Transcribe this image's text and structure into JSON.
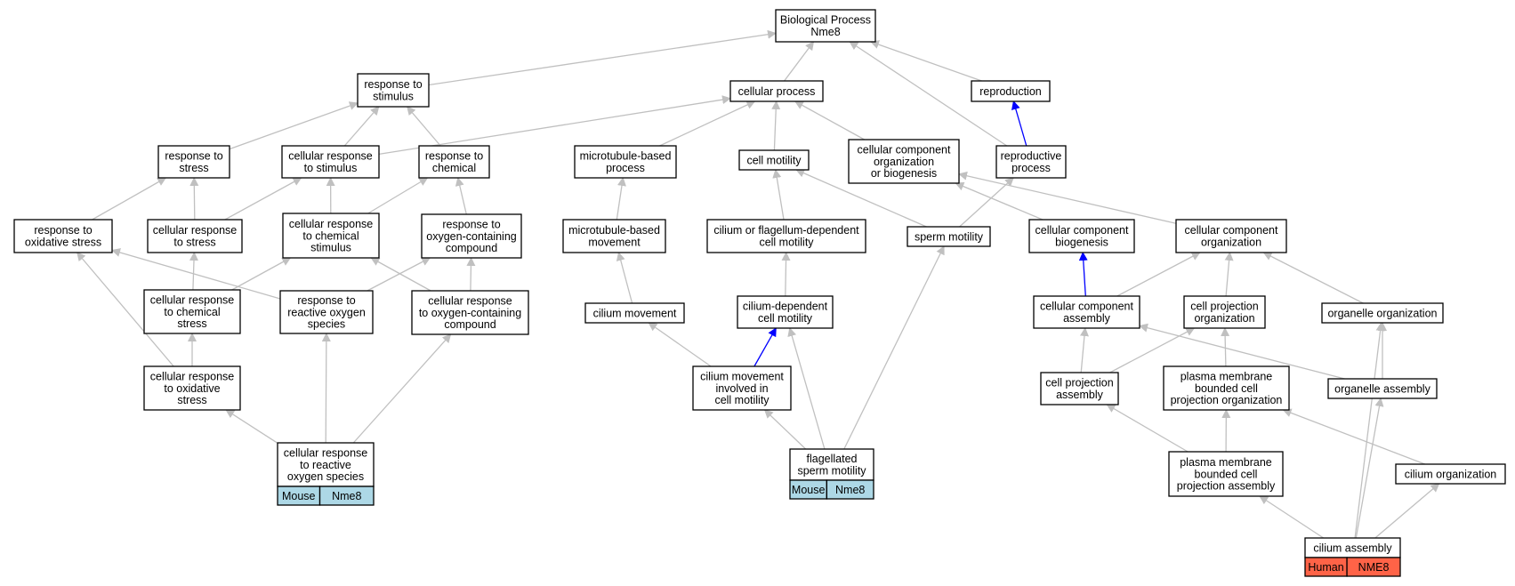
{
  "colors": {
    "edge_default": "#c0c0c0",
    "edge_highlight": "#0000ff",
    "badge_mouse": "#add8e6",
    "badge_human": "#ff6347"
  },
  "nodes": [
    {
      "id": "bp",
      "lines": [
        "Biological Process",
        "Nme8"
      ]
    },
    {
      "id": "rts",
      "lines": [
        "response to",
        "stimulus"
      ]
    },
    {
      "id": "cp",
      "lines": [
        "cellular process"
      ]
    },
    {
      "id": "rep",
      "lines": [
        "reproduction"
      ]
    },
    {
      "id": "rtstress",
      "lines": [
        "response to",
        "stress"
      ]
    },
    {
      "id": "crts",
      "lines": [
        "cellular response",
        "to stimulus"
      ]
    },
    {
      "id": "rtc",
      "lines": [
        "response to",
        "chemical"
      ]
    },
    {
      "id": "mbp",
      "lines": [
        "microtubule-based",
        "process"
      ]
    },
    {
      "id": "cm",
      "lines": [
        "cell motility"
      ]
    },
    {
      "id": "ccob",
      "lines": [
        "cellular component",
        "organization",
        "or biogenesis"
      ]
    },
    {
      "id": "rp",
      "lines": [
        "reproductive",
        "process"
      ]
    },
    {
      "id": "rtos",
      "lines": [
        "response to",
        "oxidative stress"
      ]
    },
    {
      "id": "crtstress",
      "lines": [
        "cellular response",
        "to stress"
      ]
    },
    {
      "id": "crtcs",
      "lines": [
        "cellular response",
        "to chemical",
        "stimulus"
      ]
    },
    {
      "id": "rtocc",
      "lines": [
        "response to",
        "oxygen-containing",
        "compound"
      ]
    },
    {
      "id": "mbm",
      "lines": [
        "microtubule-based",
        "movement"
      ]
    },
    {
      "id": "cofdcm",
      "lines": [
        "cilium or flagellum-dependent",
        "cell motility"
      ]
    },
    {
      "id": "sm",
      "lines": [
        "sperm motility"
      ]
    },
    {
      "id": "ccb",
      "lines": [
        "cellular component",
        "biogenesis"
      ]
    },
    {
      "id": "cco",
      "lines": [
        "cellular component",
        "organization"
      ]
    },
    {
      "id": "crtchs",
      "lines": [
        "cellular response",
        "to chemical",
        "stress"
      ]
    },
    {
      "id": "rtros",
      "lines": [
        "response to",
        "reactive oxygen",
        "species"
      ]
    },
    {
      "id": "crtocc",
      "lines": [
        "cellular response",
        "to oxygen-containing",
        "compound"
      ]
    },
    {
      "id": "cmov",
      "lines": [
        "cilium movement"
      ]
    },
    {
      "id": "cdcm",
      "lines": [
        "cilium-dependent",
        "cell motility"
      ]
    },
    {
      "id": "cca",
      "lines": [
        "cellular component",
        "assembly"
      ]
    },
    {
      "id": "cpo",
      "lines": [
        "cell projection",
        "organization"
      ]
    },
    {
      "id": "oo",
      "lines": [
        "organelle organization"
      ]
    },
    {
      "id": "crtox",
      "lines": [
        "cellular response",
        "to oxidative",
        "stress"
      ]
    },
    {
      "id": "cmicm",
      "lines": [
        "cilium movement",
        "involved in",
        "cell motility"
      ]
    },
    {
      "id": "cpa",
      "lines": [
        "cell projection",
        "assembly"
      ]
    },
    {
      "id": "pmbcpo",
      "lines": [
        "plasma membrane",
        "bounded cell",
        "projection organization"
      ]
    },
    {
      "id": "oa",
      "lines": [
        "organelle assembly"
      ]
    },
    {
      "id": "crtros",
      "lines": [
        "cellular response",
        "to reactive",
        "oxygen species"
      ]
    },
    {
      "id": "fsm",
      "lines": [
        "flagellated",
        "sperm motility"
      ]
    },
    {
      "id": "pmbcpa",
      "lines": [
        "plasma membrane",
        "bounded cell",
        "projection assembly"
      ]
    },
    {
      "id": "co",
      "lines": [
        "cilium organization"
      ]
    },
    {
      "id": "ca",
      "lines": [
        "cilium assembly"
      ]
    }
  ],
  "badges": [
    {
      "node": "crtros",
      "species": "Mouse",
      "gene": "Nme8",
      "color": "#add8e6"
    },
    {
      "node": "fsm",
      "species": "Mouse",
      "gene": "Nme8",
      "color": "#add8e6"
    },
    {
      "node": "ca",
      "species": "Human",
      "gene": "NME8",
      "color": "#ff6347"
    }
  ],
  "edges": [
    {
      "from": "rts",
      "to": "bp"
    },
    {
      "from": "cp",
      "to": "bp"
    },
    {
      "from": "rep",
      "to": "bp"
    },
    {
      "from": "rp",
      "to": "bp"
    },
    {
      "from": "rp",
      "to": "rep",
      "highlight": true
    },
    {
      "from": "rtstress",
      "to": "rts"
    },
    {
      "from": "crts",
      "to": "rts"
    },
    {
      "from": "rtc",
      "to": "rts"
    },
    {
      "from": "crts",
      "to": "cp"
    },
    {
      "from": "mbp",
      "to": "cp"
    },
    {
      "from": "cm",
      "to": "cp"
    },
    {
      "from": "ccob",
      "to": "cp"
    },
    {
      "from": "rtos",
      "to": "rtstress"
    },
    {
      "from": "crtstress",
      "to": "rtstress"
    },
    {
      "from": "crtstress",
      "to": "crts"
    },
    {
      "from": "crtcs",
      "to": "crts"
    },
    {
      "from": "crtcs",
      "to": "rtc"
    },
    {
      "from": "rtocc",
      "to": "rtc"
    },
    {
      "from": "mbm",
      "to": "mbp"
    },
    {
      "from": "cofdcm",
      "to": "cm"
    },
    {
      "from": "sm",
      "to": "cm"
    },
    {
      "from": "sm",
      "to": "rp"
    },
    {
      "from": "ccb",
      "to": "ccob"
    },
    {
      "from": "cco",
      "to": "ccob"
    },
    {
      "from": "crtchs",
      "to": "crtstress"
    },
    {
      "from": "crtchs",
      "to": "crtcs"
    },
    {
      "from": "rtros",
      "to": "rtos"
    },
    {
      "from": "rtros",
      "to": "rtocc"
    },
    {
      "from": "crtocc",
      "to": "crtcs"
    },
    {
      "from": "crtocc",
      "to": "rtocc"
    },
    {
      "from": "cmov",
      "to": "mbm"
    },
    {
      "from": "cdcm",
      "to": "cofdcm"
    },
    {
      "from": "cca",
      "to": "ccb",
      "highlight": true
    },
    {
      "from": "cca",
      "to": "cco"
    },
    {
      "from": "cpo",
      "to": "cco"
    },
    {
      "from": "oo",
      "to": "cco"
    },
    {
      "from": "crtox",
      "to": "rtos"
    },
    {
      "from": "crtox",
      "to": "crtchs"
    },
    {
      "from": "cmicm",
      "to": "cmov"
    },
    {
      "from": "cmicm",
      "to": "cdcm",
      "highlight": true
    },
    {
      "from": "cpa",
      "to": "cca"
    },
    {
      "from": "cpa",
      "to": "cpo"
    },
    {
      "from": "pmbcpo",
      "to": "cpo"
    },
    {
      "from": "oa",
      "to": "oo"
    },
    {
      "from": "oa",
      "to": "cca"
    },
    {
      "from": "crtros",
      "to": "crtox"
    },
    {
      "from": "crtros",
      "to": "rtros"
    },
    {
      "from": "crtros",
      "to": "crtocc"
    },
    {
      "from": "fsm",
      "to": "cmicm"
    },
    {
      "from": "fsm",
      "to": "cdcm"
    },
    {
      "from": "fsm",
      "to": "sm"
    },
    {
      "from": "pmbcpa",
      "to": "cpa"
    },
    {
      "from": "pmbcpa",
      "to": "pmbcpo"
    },
    {
      "from": "co",
      "to": "pmbcpo"
    },
    {
      "from": "ca",
      "to": "pmbcpa"
    },
    {
      "from": "ca",
      "to": "co"
    },
    {
      "from": "ca",
      "to": "oa"
    },
    {
      "from": "ca",
      "to": "oo"
    }
  ]
}
